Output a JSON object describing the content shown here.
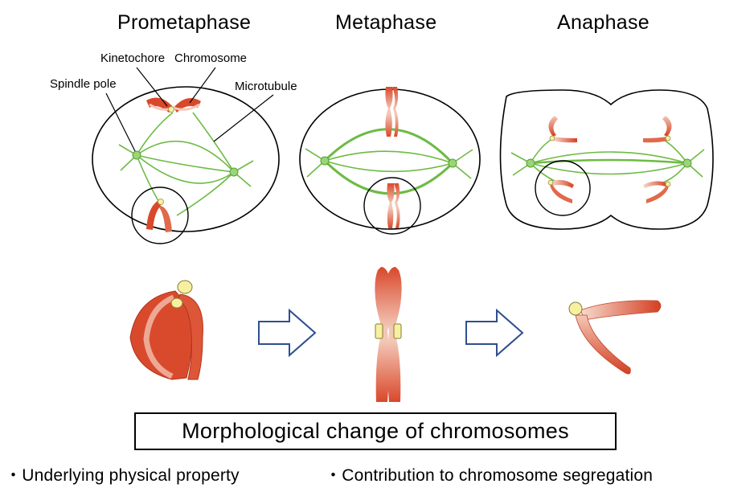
{
  "stages": {
    "prometaphase": "Prometaphase",
    "metaphase": "Metaphase",
    "anaphase": "Anaphase"
  },
  "labels": {
    "kinetochore": "Kinetochore",
    "chromosome": "Chromosome",
    "spindle_pole": "Spindle pole",
    "microtubule": "Microtubule"
  },
  "main_title": "Morphological change of chromosomes",
  "bullets": [
    "・Underlying physical property",
    "・Contribution to chromosome segregation"
  ],
  "colors": {
    "chromosome_red": "#d9482b",
    "chromosome_light": "#f6d4c4",
    "kinetochore_yellow": "#f6f0a0",
    "microtubule_green": "#6dbb45",
    "arrow_blue": "#2f4f8f"
  }
}
